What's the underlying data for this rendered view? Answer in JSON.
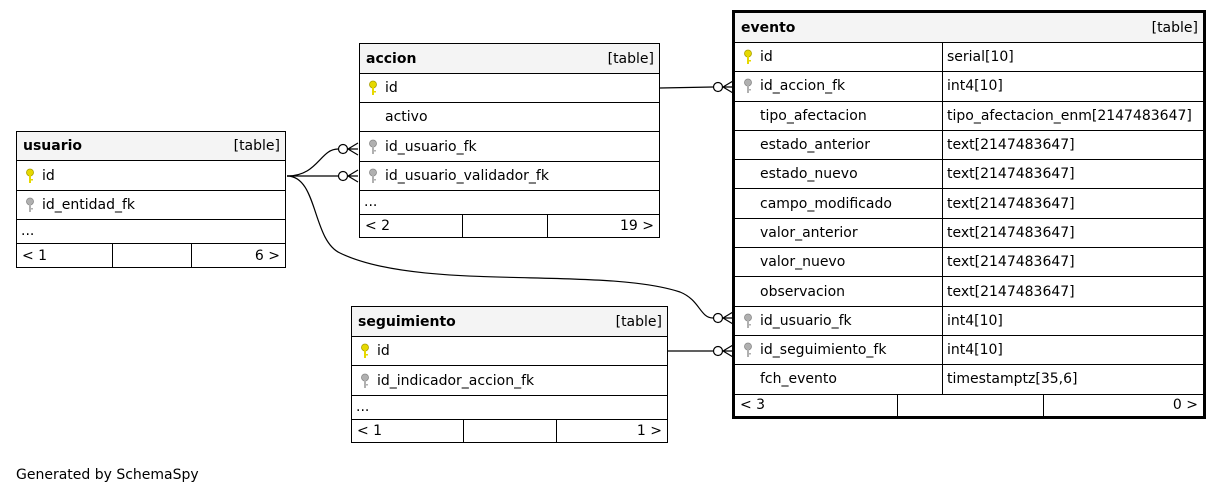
{
  "tables": {
    "usuario": {
      "name": "usuario",
      "type": "[table]",
      "rows": [
        "id",
        "id_entidad_fk"
      ],
      "more": "...",
      "parents": "< 1",
      "children": "6 >"
    },
    "accion": {
      "name": "accion",
      "type": "[table]",
      "rows": [
        "id",
        "activo",
        "id_usuario_fk",
        "id_usuario_validador_fk"
      ],
      "more": "...",
      "parents": "< 2",
      "children": "19 >"
    },
    "seguimiento": {
      "name": "seguimiento",
      "type": "[table]",
      "rows": [
        "id",
        "id_indicador_accion_fk"
      ],
      "more": "...",
      "parents": "< 1",
      "children": "1 >"
    },
    "evento": {
      "name": "evento",
      "type": "[table]",
      "columns": [
        {
          "name": "id",
          "type": "serial[10]"
        },
        {
          "name": "id_accion_fk",
          "type": "int4[10]"
        },
        {
          "name": "tipo_afectacion",
          "type": "tipo_afectacion_enm[2147483647]"
        },
        {
          "name": "estado_anterior",
          "type": "text[2147483647]"
        },
        {
          "name": "estado_nuevo",
          "type": "text[2147483647]"
        },
        {
          "name": "campo_modificado",
          "type": "text[2147483647]"
        },
        {
          "name": "valor_anterior",
          "type": "text[2147483647]"
        },
        {
          "name": "valor_nuevo",
          "type": "text[2147483647]"
        },
        {
          "name": "observacion",
          "type": "text[2147483647]"
        },
        {
          "name": "id_usuario_fk",
          "type": "int4[10]"
        },
        {
          "name": "id_seguimiento_fk",
          "type": "int4[10]"
        },
        {
          "name": "fch_evento",
          "type": "timestamptz[35,6]"
        }
      ],
      "parents": "< 3",
      "children": "0 >"
    }
  },
  "footer_text": "Generated by SchemaSpy",
  "colors": {
    "primary_key": "#e6d800",
    "foreign_key": "#b0b0b0",
    "header_bg": "#f4f4f4"
  }
}
